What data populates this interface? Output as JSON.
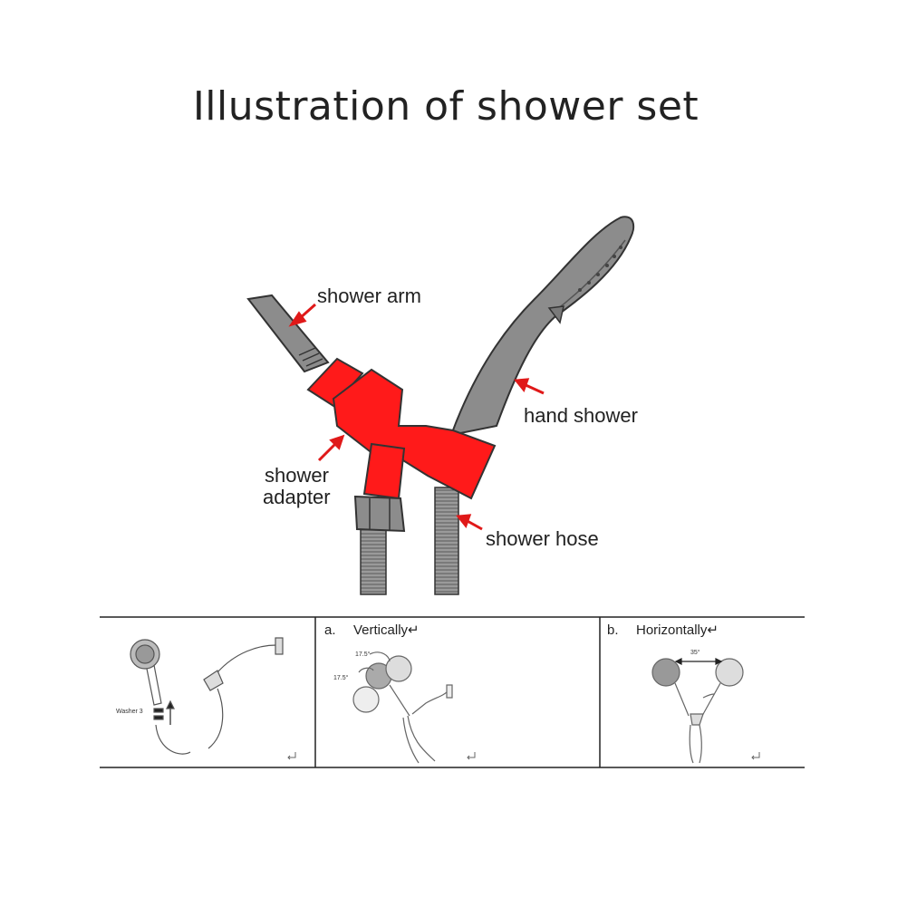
{
  "title": "Illustration of shower set",
  "labels": {
    "shower_arm": "shower arm",
    "hand_shower": "hand shower",
    "shower_adapter_line1": "shower",
    "shower_adapter_line2": "adapter",
    "shower_hose": "shower hose"
  },
  "panels": {
    "install": {
      "washer_label": "Washer 3"
    },
    "vertical": {
      "prefix": "a.",
      "label": "Vertically↵",
      "angle_top": "17.5°",
      "angle_bottom": "17.5°"
    },
    "horizontal": {
      "prefix": "b.",
      "label": "Horizontally↵",
      "angle": "35°"
    }
  },
  "colors": {
    "adapter": "#ff1a1a",
    "metal": "#8c8c8c",
    "arrow": "#e01919"
  }
}
